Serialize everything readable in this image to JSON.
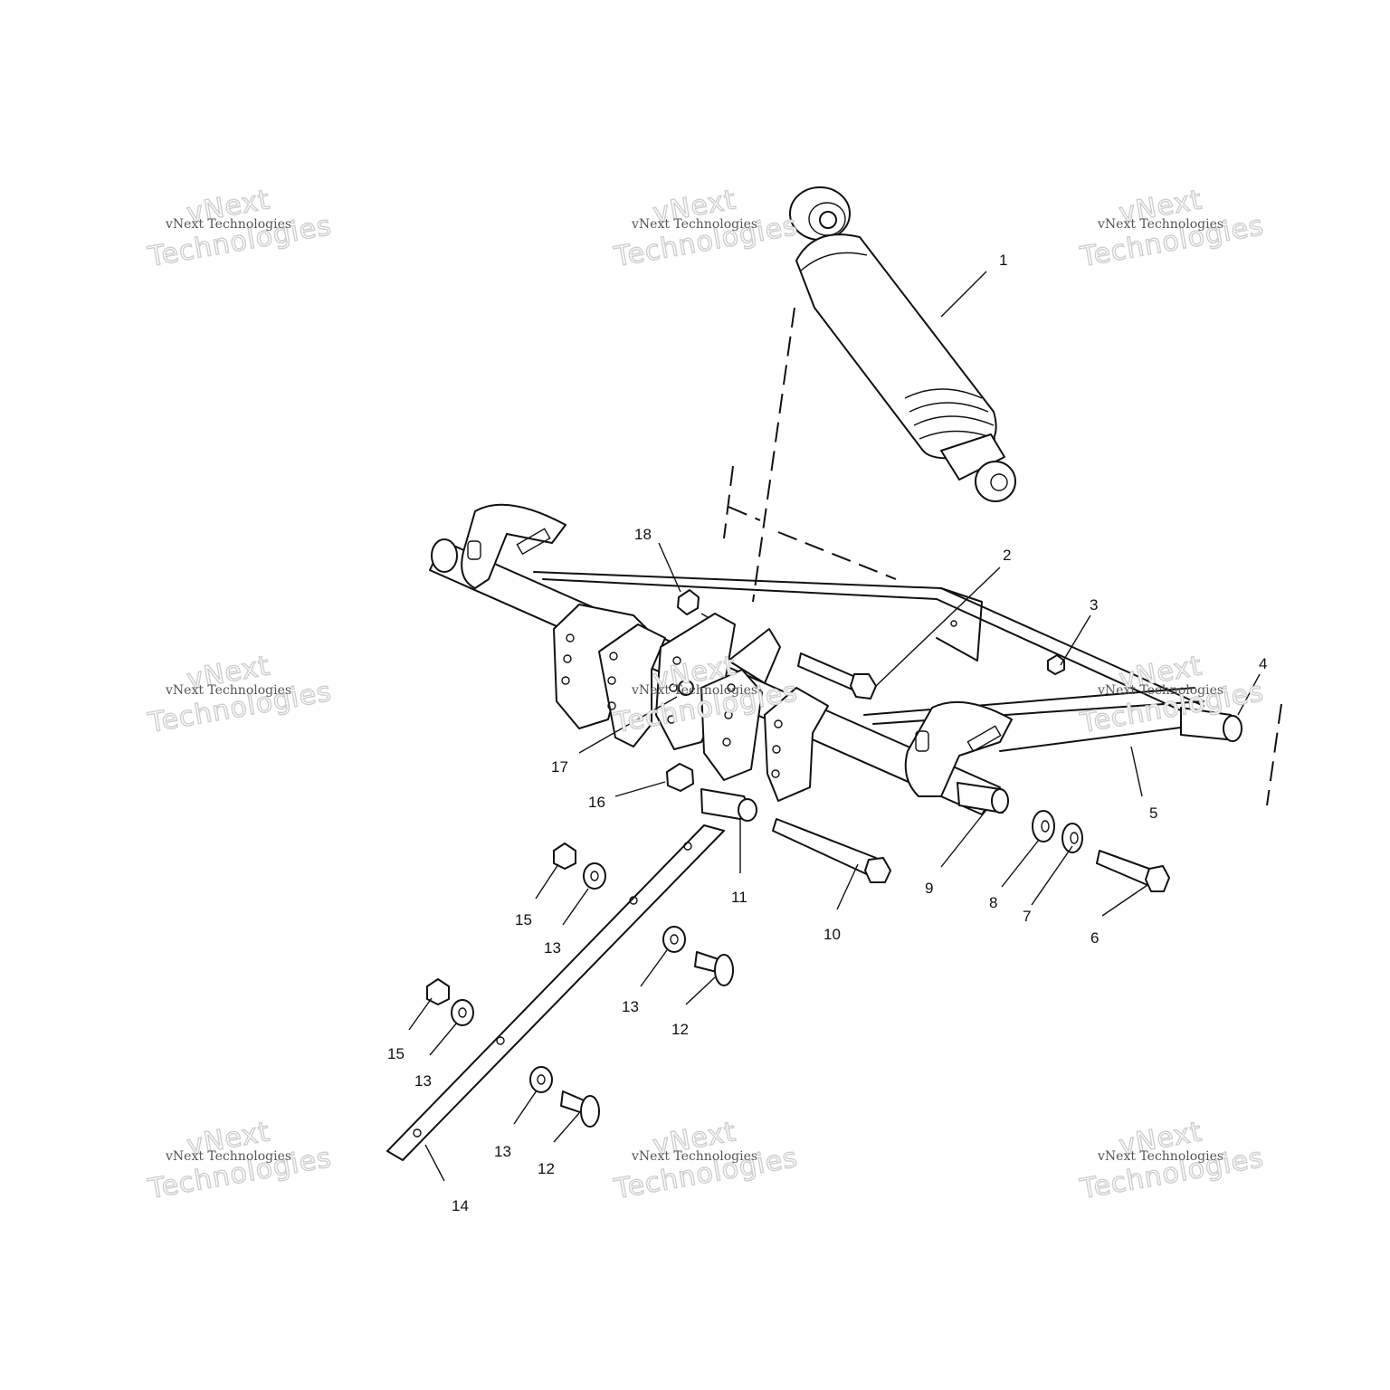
{
  "diagram": {
    "callouts": [
      "1",
      "2",
      "3",
      "4",
      "5",
      "6",
      "7",
      "8",
      "9",
      "10",
      "11",
      "12",
      "13",
      "14",
      "15",
      "16",
      "17",
      "18"
    ],
    "extra_callouts": [
      "12",
      "13",
      "13",
      "13",
      "15"
    ]
  },
  "watermark": {
    "line1": "vNext",
    "line2": "vNext Technologies",
    "line3": "Technologies"
  }
}
